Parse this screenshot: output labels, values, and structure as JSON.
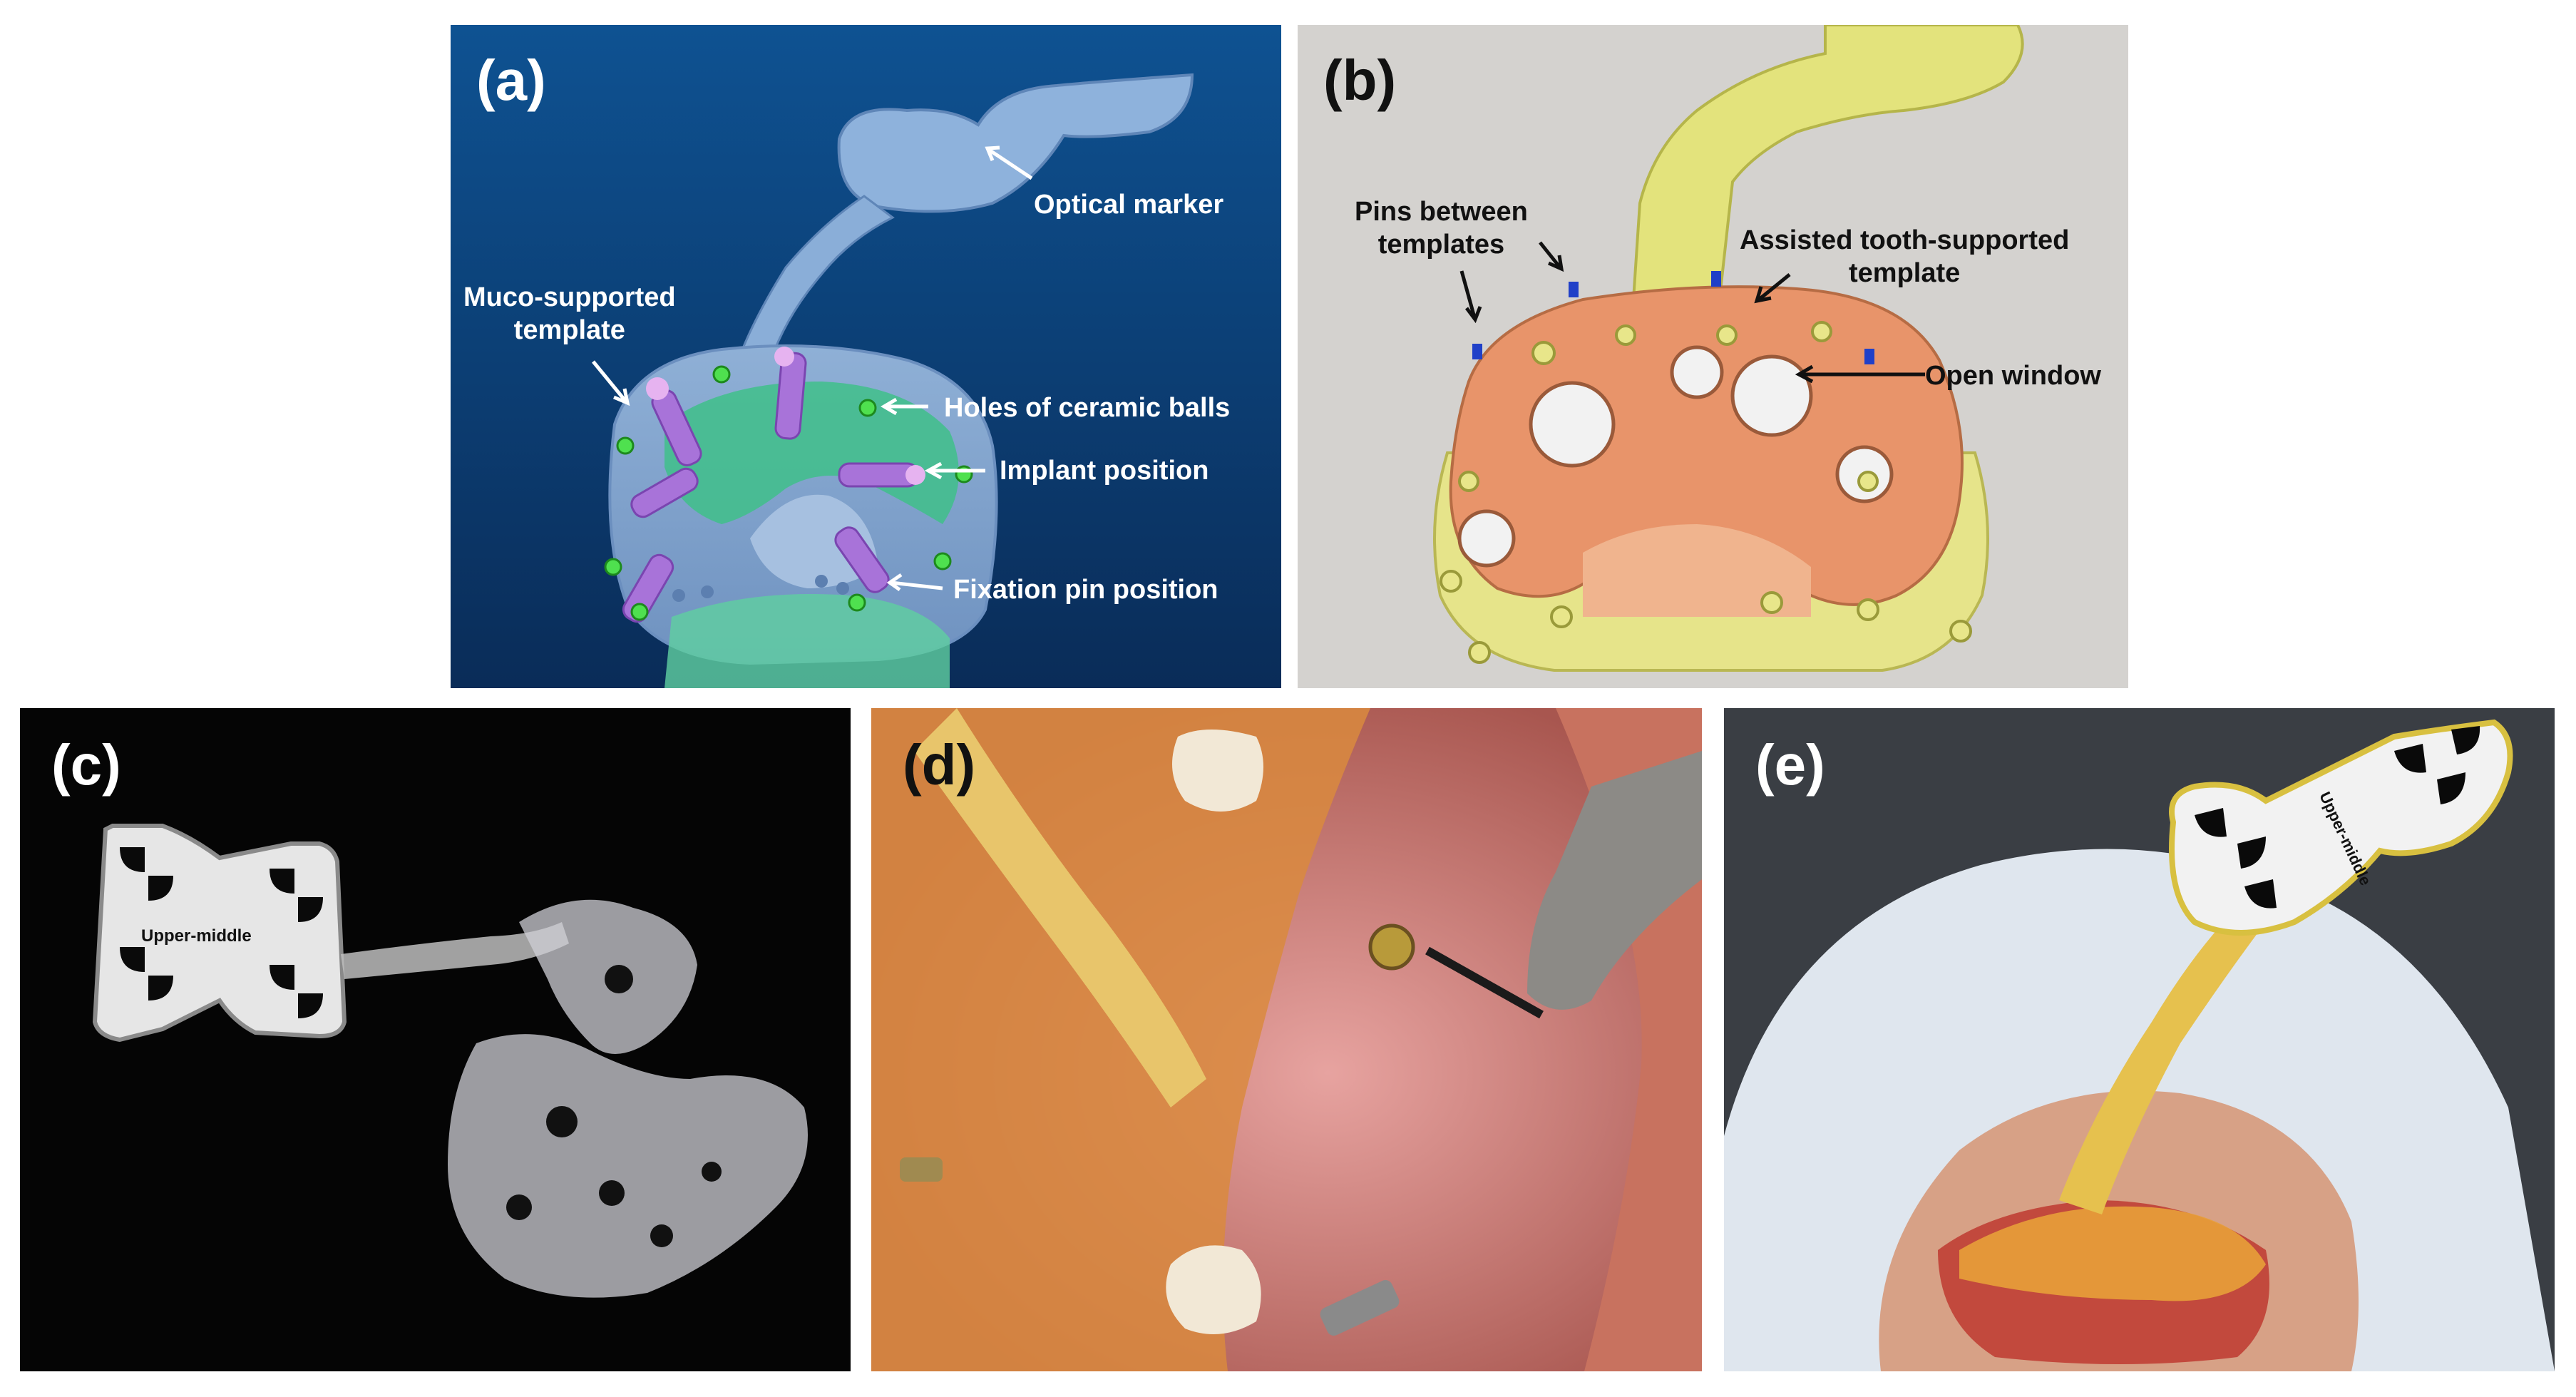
{
  "panels": {
    "a": {
      "label": "(a)",
      "annotations": {
        "optical_marker": "Optical marker",
        "muco_supported": "Muco-supported\ntemplate",
        "holes": "Holes of ceramic balls",
        "implant": "Implant position",
        "fixation_pin": "Fixation pin position"
      }
    },
    "b": {
      "label": "(b)",
      "annotations": {
        "pins_between": "Pins between\ntemplates",
        "assisted": "Assisted tooth-supported\ntemplate",
        "open_window": "Open window"
      }
    },
    "c": {
      "label": "(c)",
      "marker_text": "Upper-middle"
    },
    "d": {
      "label": "(d)"
    },
    "e": {
      "label": "(e)",
      "marker_text": "Upper-middle"
    }
  },
  "colors": {
    "panel_a_bg_top": "#0d4a86",
    "panel_a_bg_bottom": "#0a2f5c",
    "panel_b_bg": "#d4d2cf",
    "panel_c_bg": "#050505",
    "template_orange": "#e8946a",
    "template_yellow": "#e8e68a",
    "green_cast": "#3fbf8a",
    "implant_purple": "#a873d9"
  }
}
